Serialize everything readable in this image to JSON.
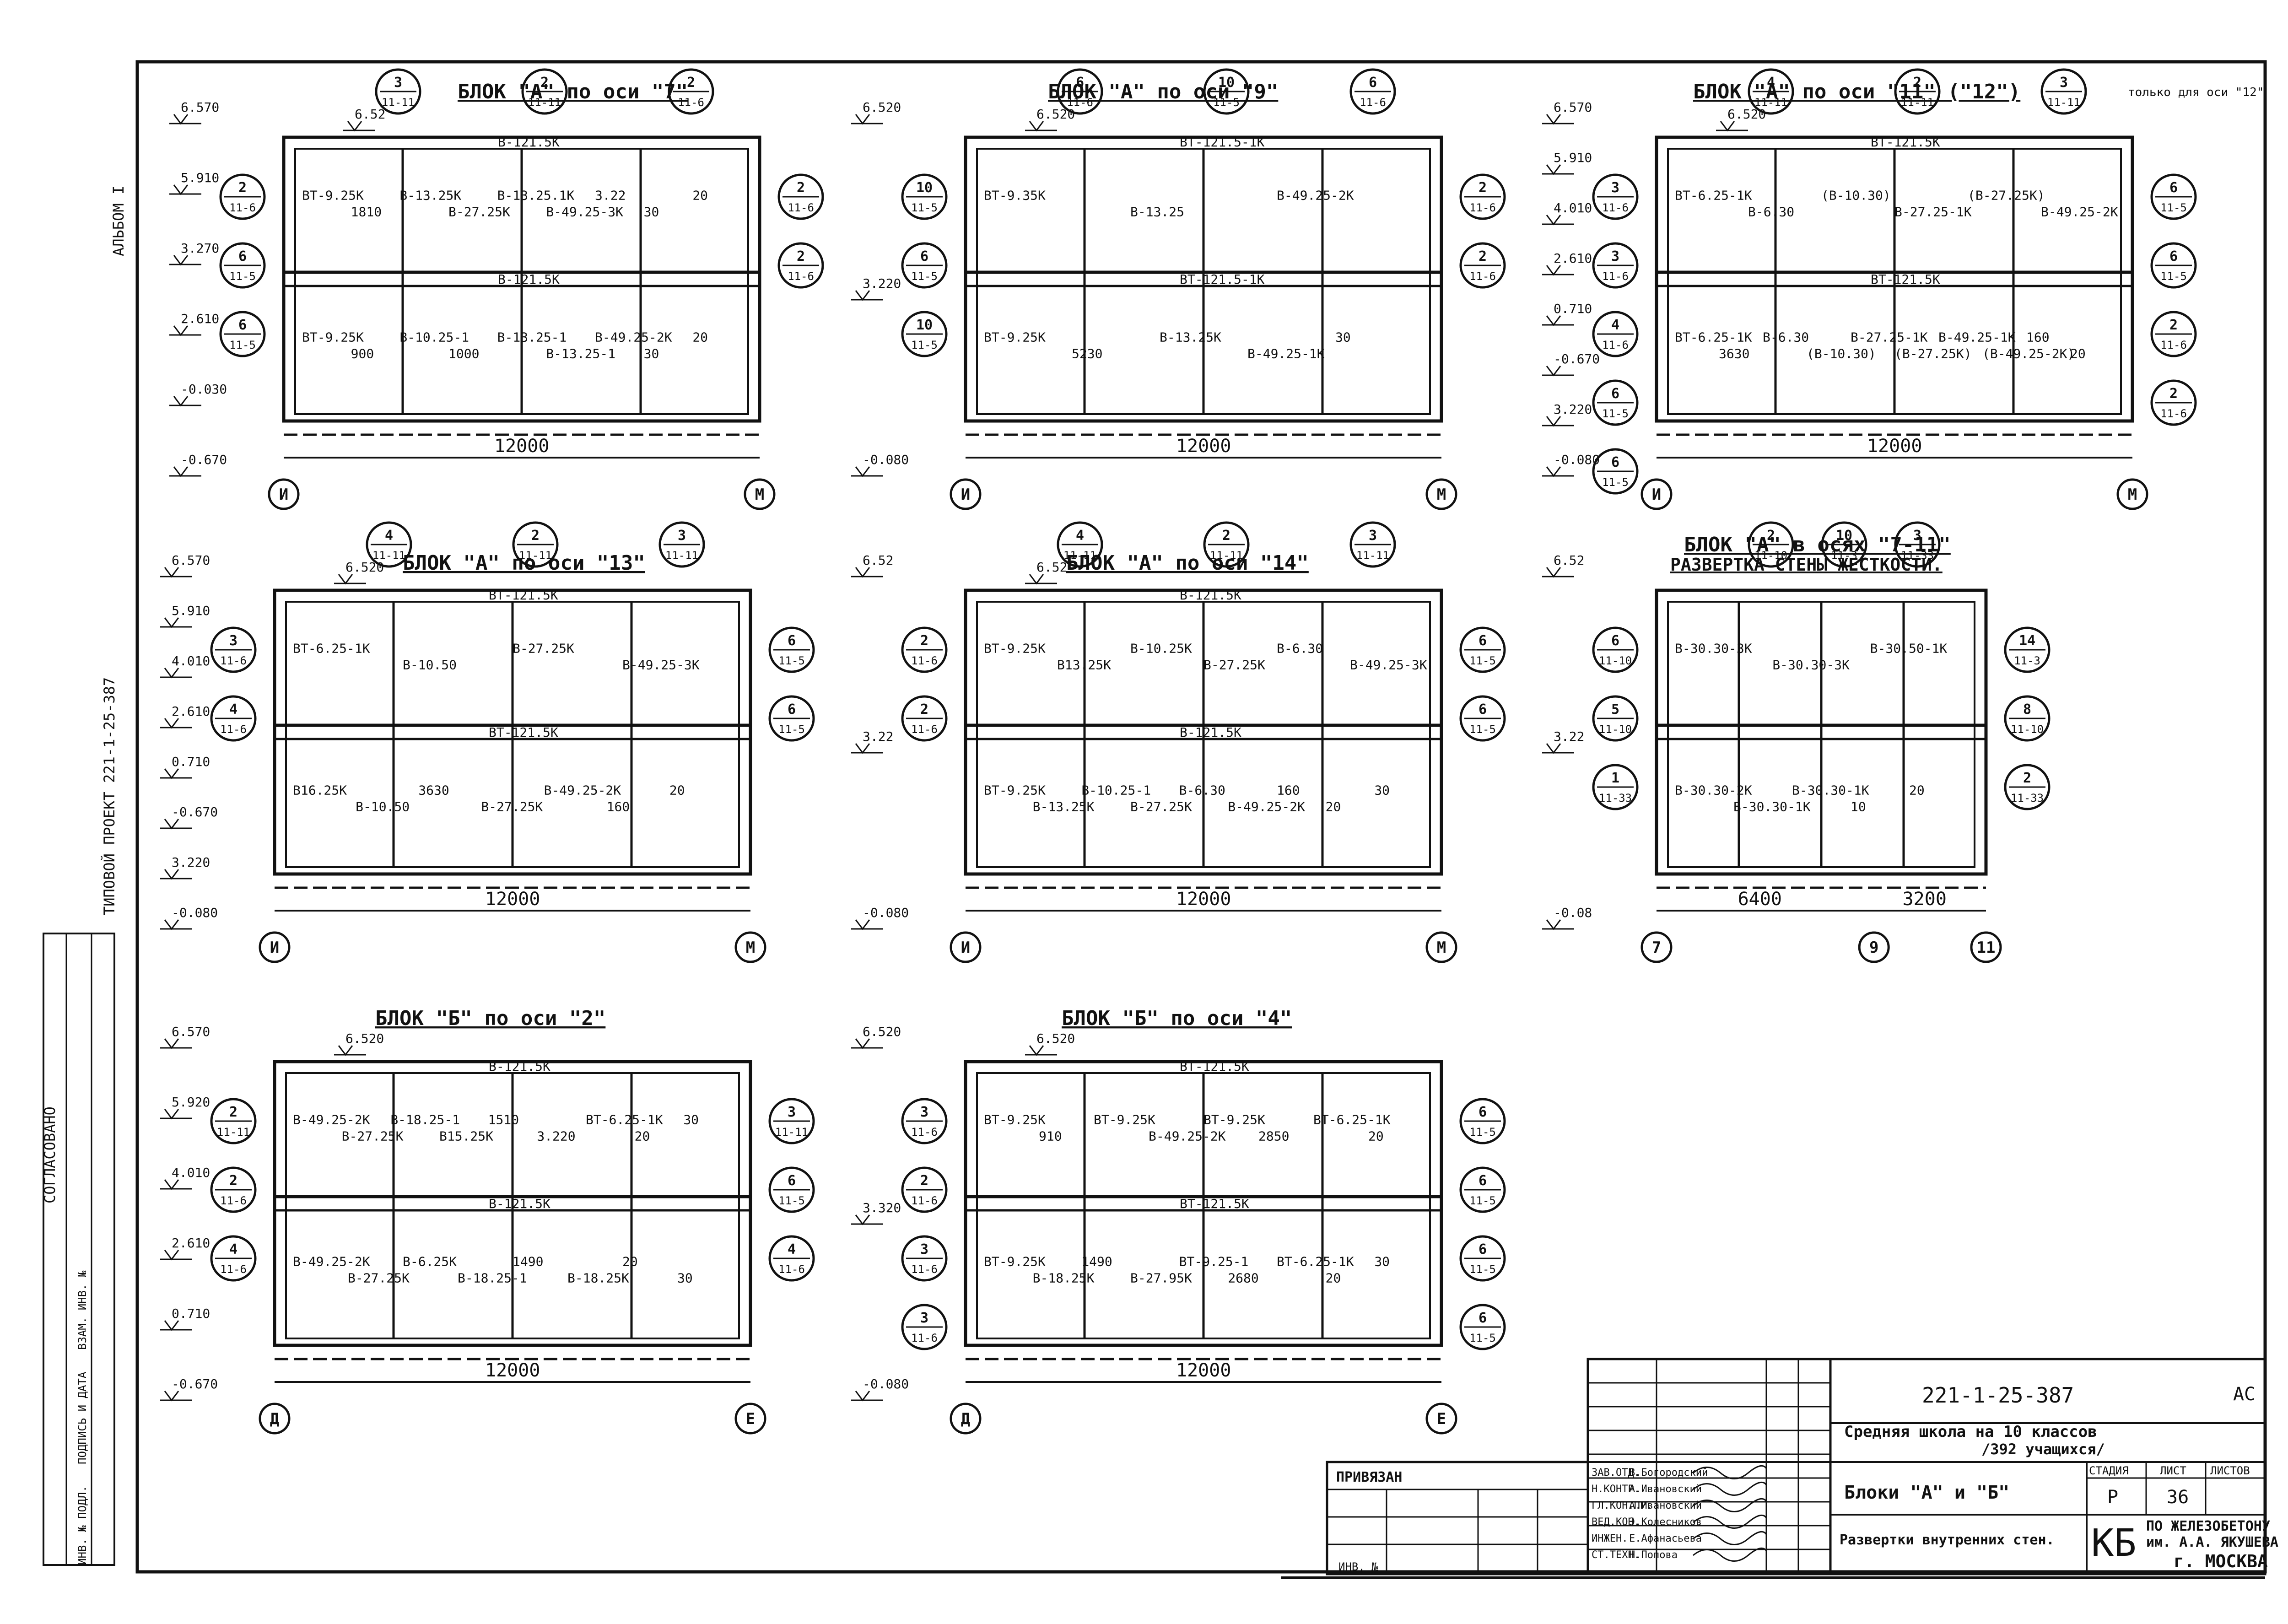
{
  "side_labels": {
    "album": "АЛЬБОМ I",
    "project": "ТИПОВОЙ ПРОЕКТ 221-1-25-387",
    "agreed": "СОГЛАСОВАНО",
    "stamp_cells": [
      "ИНВ. № ПОДЛ.",
      "ПОДПИСЬ И ДАТА",
      "ВЗАМ. ИНВ. №"
    ]
  },
  "panels": [
    {
      "title": "БЛОК \"А\" по оси \"7\"",
      "dim": "12000",
      "axis_left": "И",
      "axis_right": "М",
      "levels": [
        "6.570",
        "5.910",
        "3.270",
        "2.610",
        "-0.030",
        "-0.670"
      ],
      "top_level": "6.52",
      "beams": [
        "В-121.5К",
        "В-121.5К"
      ],
      "upper": [
        "ВТ-9.25К",
        "1810",
        "В-13.25К",
        "В-27.25К",
        "В-13.25.1К",
        "В-49.25-3К",
        "3.22",
        "30",
        "20"
      ],
      "lower": [
        "ВТ-9.25К",
        "900",
        "В-10.25-1",
        "1000",
        "В-13.25-1",
        "В-13.25-1",
        "В-49.25-2К",
        "30",
        "20"
      ],
      "nodes": [
        [
          "3",
          "11-11"
        ],
        [
          "2",
          "11-11"
        ],
        [
          "2",
          "11-6"
        ],
        [
          "2",
          "11-6"
        ],
        [
          "2",
          "11-6"
        ],
        [
          "6",
          "11-5"
        ],
        [
          "2",
          "11-6"
        ],
        [
          "6",
          "11-5"
        ]
      ]
    },
    {
      "title": "БЛОК \"А\" по оси \"9\"",
      "dim": "12000",
      "axis_left": "И",
      "axis_right": "М",
      "levels": [
        "6.520",
        "3.220",
        "-0.080"
      ],
      "top_level": "6.520",
      "beams": [
        "ВТ-121.5-1К",
        "ВТ-121.5-1К"
      ],
      "upper": [
        "ВТ-9.35К",
        "В-13.25",
        "В-49.25-2К"
      ],
      "lower": [
        "ВТ-9.25К",
        "5230",
        "В-13.25К",
        "В-49.25-1К",
        "30"
      ],
      "nodes": [
        [
          "6",
          "11-6"
        ],
        [
          "10",
          "11-5"
        ],
        [
          "6",
          "11-6"
        ],
        [
          "10",
          "11-5"
        ],
        [
          "2",
          "11-6"
        ],
        [
          "6",
          "11-5"
        ],
        [
          "2",
          "11-6"
        ],
        [
          "10",
          "11-5"
        ]
      ]
    },
    {
      "title": "БЛОК \"А\" по оси \"11\" (\"12\")",
      "dim": "12000",
      "axis_left": "И",
      "axis_right": "М",
      "levels": [
        "6.570",
        "5.910",
        "4.010",
        "2.610",
        "0.710",
        "-0.670",
        "3.220",
        "-0.080"
      ],
      "top_level": "6.520",
      "note": "только для оси \"12\"",
      "beams": [
        "ВТ-121.5К",
        "ВТ-121.5К"
      ],
      "upper": [
        "ВТ-6.25-1К",
        "В-6.30",
        "(В-10.30)",
        "В-27.25-1К",
        "(В-27.25К)",
        "В-49.25-2К"
      ],
      "lower": [
        "ВТ-6.25-1К",
        "3630",
        "В-6.30",
        "(В-10.30)",
        "В-27.25-1К",
        "(В-27.25К)",
        "В-49.25-1К",
        "(В-49.25-2К)",
        "160",
        "20"
      ],
      "nodes": [
        [
          "4",
          "11-11"
        ],
        [
          "2",
          "11-11"
        ],
        [
          "3",
          "11-11"
        ],
        [
          "3",
          "11-6"
        ],
        [
          "6",
          "11-5"
        ],
        [
          "3",
          "11-6"
        ],
        [
          "6",
          "11-5"
        ],
        [
          "4",
          "11-6"
        ],
        [
          "2",
          "11-6"
        ],
        [
          "6",
          "11-5"
        ],
        [
          "2",
          "11-6"
        ],
        [
          "6",
          "11-5"
        ]
      ]
    },
    {
      "title": "БЛОК \"А\" по оси \"13\"",
      "dim": "12000",
      "axis_left": "И",
      "axis_right": "М",
      "levels": [
        "6.570",
        "5.910",
        "4.010",
        "2.610",
        "0.710",
        "-0.670",
        "3.220",
        "-0.080"
      ],
      "top_level": "6.520",
      "beams": [
        "ВТ-121.5К",
        "ВТ-121.5К"
      ],
      "upper": [
        "ВТ-6.25-1К",
        "В-10.50",
        "В-27.25К",
        "В-49.25-3К"
      ],
      "lower": [
        "В16.25К",
        "В-10.50",
        "3630",
        "В-27.25К",
        "В-49.25-2К",
        "160",
        "20"
      ],
      "nodes": [
        [
          "4",
          "11-11"
        ],
        [
          "2",
          "11-11"
        ],
        [
          "3",
          "11-11"
        ],
        [
          "3",
          "11-6"
        ],
        [
          "6",
          "11-5"
        ],
        [
          "4",
          "11-6"
        ],
        [
          "6",
          "11-5"
        ]
      ]
    },
    {
      "title": "БЛОК \"А\" по оси \"14\"",
      "dim": "12000",
      "axis_left": "И",
      "axis_right": "М",
      "levels": [
        "6.52",
        "3.22",
        "-0.080"
      ],
      "top_level": "6.52",
      "beams": [
        "В-121.5К",
        "В-121.5К"
      ],
      "upper": [
        "ВТ-9.25К",
        "В13.25К",
        "В-10.25К",
        "В-27.25К",
        "В-6.30",
        "В-49.25-3К"
      ],
      "lower": [
        "ВТ-9.25К",
        "В-13.25К",
        "В-10.25-1",
        "В-27.25К",
        "В-6.30",
        "В-49.25-2К",
        "160",
        "20",
        "30"
      ],
      "nodes": [
        [
          "4",
          "11-11"
        ],
        [
          "2",
          "11-11"
        ],
        [
          "3",
          "11-11"
        ],
        [
          "2",
          "11-6"
        ],
        [
          "6",
          "11-5"
        ],
        [
          "2",
          "11-6"
        ],
        [
          "6",
          "11-5"
        ]
      ]
    },
    {
      "title": "БЛОК \"А\" в осях \"7-11\"",
      "subtitle": "РАЗВЕРТКА СТЕНЫ ЖЕСТКОСТИ.",
      "dim_a": "6400",
      "dim_b": "3200",
      "axis_left": "7",
      "axis_mid": "9",
      "axis_right": "11",
      "levels": [
        "6.52",
        "3.22",
        "-0.08"
      ],
      "upper": [
        "В-30.30-3К",
        "В-30.30-3К",
        "В-30.50-1К"
      ],
      "lower": [
        "В-30.30-2К",
        "В-30.30-1К",
        "В-30.30-1К",
        "10",
        "20"
      ],
      "nodes": [
        [
          "2",
          "11-10"
        ],
        [
          "10",
          "11-3"
        ],
        [
          "3",
          "11-33"
        ],
        [
          "6",
          "11-10"
        ],
        [
          "14",
          "11-3"
        ],
        [
          "5",
          "11-10"
        ],
        [
          "8",
          "11-10"
        ],
        [
          "1",
          "11-33"
        ],
        [
          "2",
          "11-33"
        ]
      ]
    },
    {
      "title": "БЛОК \"Б\" по оси \"2\"",
      "dim": "12000",
      "axis_left": "Д",
      "axis_right": "Е",
      "levels": [
        "6.570",
        "5.920",
        "4.010",
        "2.610",
        "0.710",
        "-0.670"
      ],
      "top_level": "6.520",
      "beams": [
        "В-121.5К",
        "В-121.5К"
      ],
      "upper": [
        "В-49.25-2К",
        "В-27.25К",
        "В-18.25-1",
        "В15.25К",
        "1510",
        "3.220",
        "ВТ-6.25-1К",
        "20",
        "30"
      ],
      "lower": [
        "В-49.25-2К",
        "В-27.25К",
        "В-6.25К",
        "В-18.25-1",
        "1490",
        "В-18.25К",
        "20",
        "30"
      ],
      "nodes": [
        [
          "2",
          "11-11"
        ],
        [
          "3",
          "11-11"
        ],
        [
          "2",
          "11-6"
        ],
        [
          "6",
          "11-5"
        ],
        [
          "4",
          "11-6"
        ],
        [
          "4",
          "11-6"
        ]
      ]
    },
    {
      "title": "БЛОК \"Б\" по оси \"4\"",
      "dim": "12000",
      "axis_left": "Д",
      "axis_right": "Е",
      "levels": [
        "6.520",
        "3.320",
        "-0.080"
      ],
      "top_level": "6.520",
      "beams": [
        "ВТ-121.5К",
        "ВТ-121.5К"
      ],
      "upper": [
        "ВТ-9.25К",
        "910",
        "ВТ-9.25К",
        "В-49.25-2К",
        "ВТ-9.25К",
        "2850",
        "ВТ-6.25-1К",
        "20"
      ],
      "lower": [
        "ВТ-9.25К",
        "В-18.25К",
        "1490",
        "В-27.95К",
        "ВТ-9.25-1",
        "2680",
        "ВТ-6.25-1К",
        "20",
        "30"
      ],
      "nodes": [
        [
          "3",
          "11-6"
        ],
        [
          "6",
          "11-5"
        ],
        [
          "2",
          "11-6"
        ],
        [
          "6",
          "11-5"
        ],
        [
          "3",
          "11-6"
        ],
        [
          "6",
          "11-5"
        ],
        [
          "3",
          "11-6"
        ],
        [
          "6",
          "11-5"
        ]
      ]
    }
  ],
  "title_block": {
    "code": "221-1-25-387",
    "mark": "АС",
    "project_name": "Средняя школа на 10 классов",
    "project_sub": "/392 учащихся/",
    "sheet_title": "Блоки \"А\" и \"Б\"",
    "sheet_sub": "Развертки внутренних стен.",
    "stage_label": "СТАДИЯ",
    "sheet_label": "ЛИСТ",
    "sheets_label": "ЛИСТОВ",
    "stage": "Р",
    "sheet": "36",
    "sheets": "",
    "org_mark": "КБ",
    "org_line1": "ПО ЖЕЛЕЗОБЕТОНУ",
    "org_line2": "им. А.А. ЯКУШЕВА",
    "org_city": "г. МОСКВА",
    "bound": "ПРИВЯЗАН",
    "inv": "ИНВ. №",
    "signers": [
      [
        "ЗАВ.ОТД.",
        "В.Богородский"
      ],
      [
        "Н.КОНТР.",
        "А.Ивановский"
      ],
      [
        "ГЛ.КОН.ПР.",
        "А.Ивановский"
      ],
      [
        "ВЕД.КОН.",
        "Э.Колесников"
      ],
      [
        "ИНЖЕН.",
        "Е.Афанасьева"
      ],
      [
        "СТ.ТЕХН.",
        "Н.Попова"
      ]
    ]
  }
}
